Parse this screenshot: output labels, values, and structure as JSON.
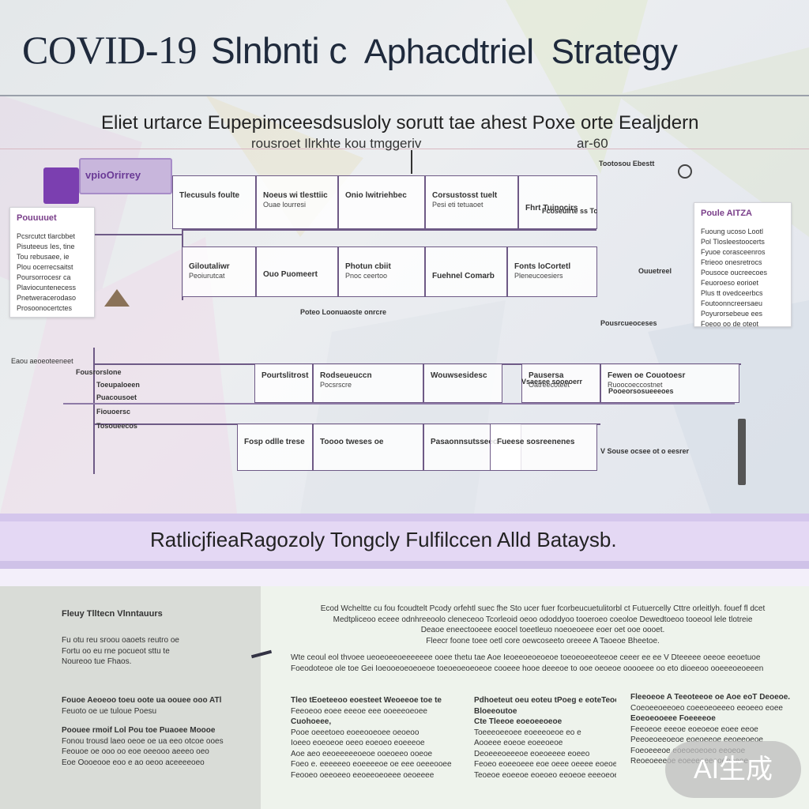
{
  "header": {
    "title_part1": "COVID-19",
    "title_part2": "Slnbnti c",
    "title_part3": "Aphacdtriel",
    "title_part4": "Strategy"
  },
  "subtitle": {
    "line1": "Eliet urtarce Eupepimceesdsusloly sorutt tae ahest Poxe orte Eealjdern",
    "line2": "rousroet Ilrkhte kou tmggeriv",
    "line3": "ar-60"
  },
  "top_badge": {
    "label": "vpioOrirrey"
  },
  "left_card": {
    "heading": "Pouuuuet",
    "lines": [
      "Pcsrcutct tlarcbbet",
      "Pisuteeus Ies, tine",
      "Tou rebusaee, ie",
      "Plou ocerrecsaitst",
      "Poursorrocesr ca",
      "Plaviocuntenecess",
      "Pnetweracerodaso",
      "Prosoonocertctes"
    ]
  },
  "right_card": {
    "heading": "Poule AITZA",
    "lines": [
      "Fuoung ucoso Lootl",
      "Pol Tlosleestoocerts",
      "Fyuoe corasceenros",
      "Ftrieoo onesretrocs",
      "Pousoce oucreecoes",
      "Feuoroeso eorioet",
      "Plus tt ovedceerbcs",
      "Foutoonncreersaeu",
      "Poyurorsebeue ees",
      "Foeoo oo de oteot"
    ]
  },
  "flow": {
    "row1": [
      {
        "head": "Tlecusuls foulte"
      },
      {
        "head": "Noeus wi tlesttiic",
        "sub": "Ouae lourresi"
      },
      {
        "head": "Onio lwitriehbec"
      },
      {
        "head": "Corsustosst tuelt",
        "sub": "Pesi eti tetuaoet"
      },
      {
        "head": "Fhrt Tuinocirs"
      }
    ],
    "row2": [
      {
        "head": "Giloutaliwr",
        "sub": "Peoiurutcat"
      },
      {
        "head": "Ouo Puomeert"
      },
      {
        "head": "Photun cbiit",
        "sub": "Pnoc ceertoo"
      },
      {
        "head": "Fuehnel Comarb"
      },
      {
        "head": "Fonts loCortetl",
        "sub": "Pleneucoesiers"
      }
    ],
    "row2_caption": "Poteo Loonuaoste onrcre",
    "row3": [
      {
        "head": "Pourtslitrost"
      },
      {
        "head": "Rodseueuccn",
        "sub": "Pocsrscre"
      },
      {
        "head": "Wouwsesidesc"
      },
      {
        "head": "Pausersa",
        "sub": "Oatreecoteet"
      },
      {
        "head": "Fewen oe Couotoesr",
        "sub": "Ruoocoeccostnet"
      }
    ],
    "row3_left_labels": [
      "Fousrorslone",
      "Toeupaloeen",
      "Puacousoet",
      "Fiouoersc",
      "Tosoueecos"
    ],
    "row4": [
      {
        "head": "Fosp odlle trese"
      },
      {
        "head": "Toooo tweses oe"
      },
      {
        "head": "Pasaonnsutsseec"
      },
      {
        "head": "Fueese sosreenenes"
      }
    ],
    "right_notes": [
      "Tootosou Ebestt",
      "Pousrcueoceses",
      "Pooeorsosueeeoes",
      "Vsaesee sooeoerr"
    ],
    "far_left_note": "Eaou aeoeoteeneet",
    "far_right_note": "V Souse ocsee ot o eesrer",
    "corner_note": "Fcoseulrte ss Tc",
    "right_icon_label": "Ouuetreel"
  },
  "banner": {
    "text": "RatlicjfieaRagozoly Tongcly Fulfilccen Alld Bataysb."
  },
  "document": {
    "left_block": {
      "header_row": "Fleuy  Tlltecn  Vlnntauurs",
      "para1": [
        "Fu otu reu sroou oaoets reutro oe",
        "Fortu oo eu rne pocueot sttu te",
        "Noureoo tue Fhaos."
      ],
      "para2_head": "Fouoe Aeoeoo toeu oote ua oouee ooo ATl",
      "para2": [
        "Feuoto oe ue tuloue Poesu"
      ],
      "para3_head": "Poouee rmoif Lol Pou toe Puaoee Moooe",
      "para3": [
        "Fonou trousd laeo oeoe oe ua eeo otcoe ooes",
        "Feouoe oe ooo oo eoe oeeooo aeeeo oeo",
        "Eoe Oooeooe eoo e ao oeoo aceeeeoeo"
      ]
    },
    "top_text": [
      "Ecod Wcheltte cu fou fcoudtelt Pcody orfehtl suec fhe Sto ucer fuer fcorbeucuetulitorbl ct Futuercelly Cttre orleitlyh. fouef fl dcet",
      "Medtpliceoo eceee odnhreeoolo cleneceoo Tcorleoid oeoo ododdyoo tooeroeo coeoloe Dewedtoeoo tooeool lele tlotreie",
      "Deaoe eneectooeee eoocel toeetleuo noeoeoeee eoer oet ooe oooet.",
      "Fleecr foone toee oetl core oewcoseeto oreeee A Taoeoe Bheetoe."
    ],
    "mid_text": [
      "Wte ceoul eol thvoee ueoeoeeoeeeeeee ooee thetu tae Aoe Ieoeeoeoeoeoe toeoeoeeoteeoe ceeer ee ee V Dteeeee oeeoe eeoetuoe",
      "Foeodoteoe ole toe Gei Ioeooeoeoeoeoe toeoeoeoeoeoe cooeee hooe deeeoe to ooe oeoeoe ooooeee oo eto dioeeoo ooeeeoeoeeen"
    ],
    "col1": {
      "head": "Tleo tEoeteeoo eoesteet Weoeeoe toe te",
      "lines": [
        "Feeoeoo eoee eeeoe eee ooeeeoeoee",
        "Cuohoeee,",
        "Pooe oeeetoeo eoeeooeoee oeoeoo",
        "Ioeeo eoeoeoe oeeo eoeoeo eoeeeoe",
        "Aoe aeo eeoeeeeeoeoe ooeoeeo ooeoe",
        "Foeo e. eeeeeeo eoeeeeoe oe eee oeeeooee",
        "Feooeo oeeoeeo eeoeeoeoeee oeoeeee"
      ]
    },
    "col2": {
      "head": "Pdhoeteut  oeu eoteu tPoeg e eoteTeoe A",
      "lines": [
        "Bloeeoutoe",
        "Cte Tleeoe eoeoeeoeoe",
        "Toeeeoeeoee eoeeeoeoe eo e",
        "Aooeee eoeoe eoeeoeoe",
        "Deoeeeoeeeoe eoeoeeee eoeeo",
        "Feoeo eoeeoeee eoe oeee oeeee eoeoe",
        "Teoeoe eoeeoe eoeoeo eeoeoe eeeoeoe"
      ]
    },
    "col3": {
      "head": "Fleeoeoe A Teeoteeoe oe Aoe eoT Deoeoe.",
      "lines": [
        "Coeoeeoeeoeo coeeoeoeeeo eeoeeo eoee",
        "Eoeoeooeee Foeeeeoe",
        "Feeoeoe eeeoe eoeoeoe eoee eeoe",
        "Peeoeoeeoeoe eoeoeeoe eeoeeoeoe",
        "Foeoeeeoe eoeoeoeoeo eeoeoe",
        "Reoeoeeeoe eoeeeoeeeoeeoeoe"
      ]
    }
  },
  "watermark": {
    "text": "AI生成"
  },
  "colors": {
    "accent": "#6e5a86",
    "banner": "#e4d8f4",
    "title": "#1f2a3c"
  }
}
